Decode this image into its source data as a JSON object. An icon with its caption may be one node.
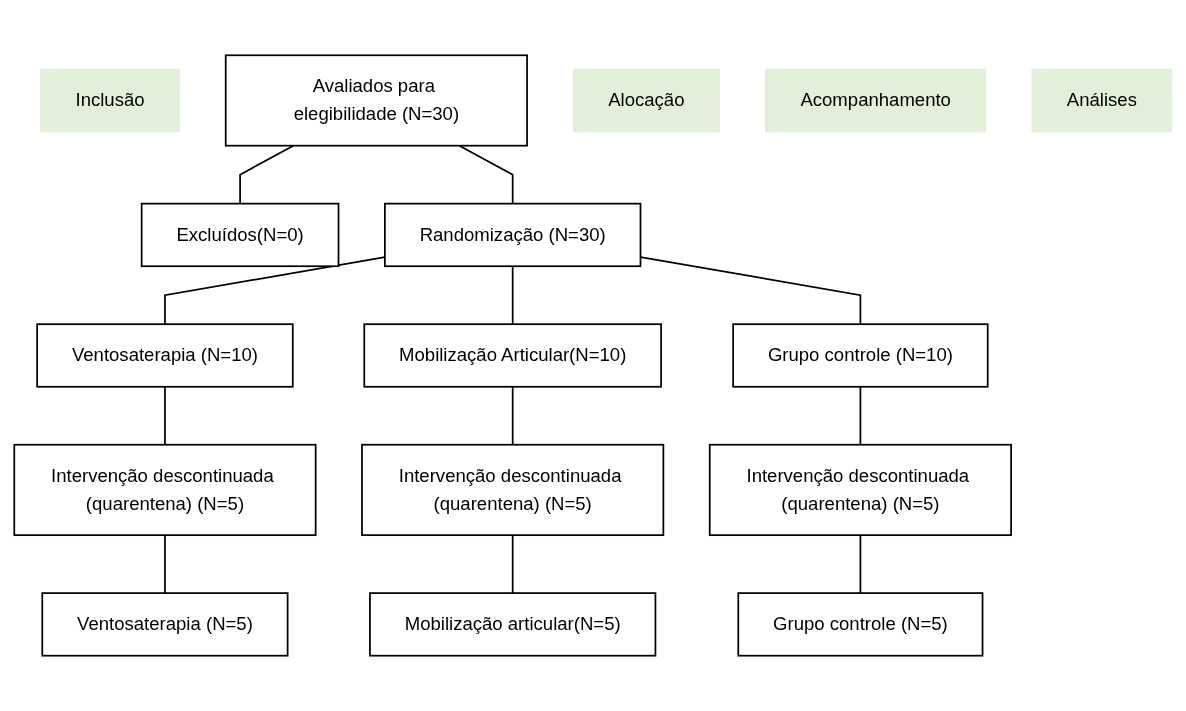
{
  "diagram": {
    "nodes": [
      {
        "text": [
          "Inclusão"
        ]
      },
      {
        "text": [
          "Avaliados para elegibilidade (N=30)"
        ]
      },
      {
        "text": [
          "Excluídos(N=0)"
        ]
      },
      {
        "text": [
          "Randomização (N=30)"
        ]
      },
      {
        "text": [
          "Alocação"
        ]
      },
      {
        "text": [
          "Ventosaterapia (N=10)"
        ]
      },
      {
        "text": [
          "Mobilização Articular(N=10)"
        ]
      },
      {
        "text": [
          "Grupo controle (N=10)"
        ]
      },
      {
        "text": [
          "Acompanhamento"
        ]
      },
      {
        "text": [
          "Intervenção descontinuada (quarentena) (N=5)"
        ]
      },
      {
        "text": [
          "Intervenção descontinuada (quarentena) (N=5)"
        ]
      },
      {
        "text": [
          "Intervenção descontinuada (quarentena) (N=5)"
        ]
      },
      {
        "text": [
          "Análises"
        ]
      },
      {
        "text": [
          "Ventosaterapia (N=5)"
        ]
      },
      {
        "text": [
          "Mobilização articular(N=5)"
        ]
      },
      {
        "text": [
          "Grupo controle (N=5)"
        ]
      }
    ],
    "edges": [
      {
        "from": 1,
        "to": 3,
        "arrow": "none"
      },
      {
        "from": 1,
        "to": 2,
        "arrow": "none"
      },
      {
        "from": 3,
        "to": 5,
        "arrow": "none"
      },
      {
        "from": 3,
        "to": 6,
        "arrow": "none"
      },
      {
        "from": 3,
        "to": 7,
        "arrow": "none"
      },
      {
        "from": 5,
        "to": 9,
        "arrow": "none"
      },
      {
        "from": 6,
        "to": 10,
        "arrow": "none"
      },
      {
        "from": 7,
        "to": 11,
        "arrow": "none"
      },
      {
        "from": 9,
        "to": 13,
        "arrow": "none"
      },
      {
        "from": 10,
        "to": 14,
        "arrow": "none"
      },
      {
        "from": 11,
        "to": 15,
        "arrow": "none"
      }
    ]
  }
}
